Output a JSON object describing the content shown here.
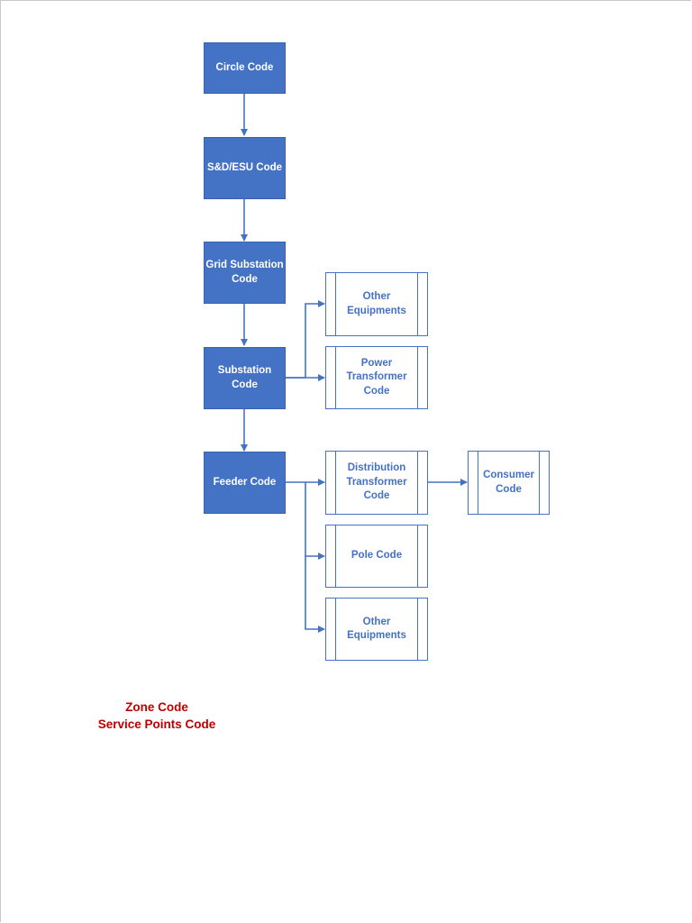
{
  "nodes": {
    "circle": "Circle Code",
    "sdesu": "S&D/ESU Code",
    "grid": "Grid Substation\nCode",
    "substation": "Substation Code",
    "feeder": "Feeder Code",
    "other_top": "Other\nEquipments",
    "power_transformer": "Power\nTransformer\nCode",
    "distribution_transformer": "Distribution\nTransformer\nCode",
    "pole": "Pole Code",
    "other_bottom": "Other\nEquipments",
    "consumer": "Consumer\nCode"
  },
  "notes": {
    "zone": "Zone Code",
    "service_points": "Service Points Code"
  },
  "colors": {
    "primary": "#4472c4",
    "note": "#c00000"
  }
}
